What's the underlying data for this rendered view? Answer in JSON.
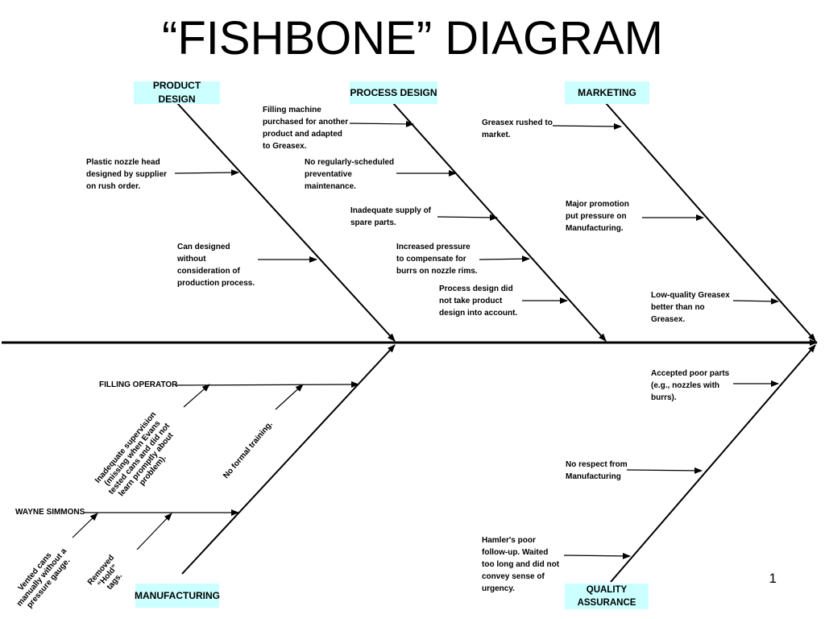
{
  "title": "“FISHBONE” DIAGRAM",
  "page_number": "1",
  "categories": {
    "product_design": "PRODUCT DESIGN",
    "process_design": "PROCESS DESIGN",
    "marketing": "MARKETING",
    "manufacturing": "MANUFACTURING",
    "quality_assurance": "QUALITY ASSURANCE"
  },
  "causes": {
    "product_design": [
      "Plastic nozzle head designed by supplier on rush order.",
      "Can designed without consideration of production process."
    ],
    "process_design": [
      "Filling machine purchased for another product and adapted to Greasex.",
      "No regularly-scheduled preventative maintenance.",
      "Inadequate supply of spare parts.",
      "Increased pressure to compensate for burrs on nozzle rims.",
      "Process design did not take product design into account."
    ],
    "marketing": [
      "Greasex rushed to market.",
      "Major promotion put pressure on Manufacturing.",
      "Low-quality Greasex better than no Greasex."
    ],
    "quality_assurance": [
      "Accepted poor parts (e.g., nozzles with burrs).",
      "No respect from Manufacturing",
      "Hamler's poor follow-up.  Waited too long and did not convey sense of urgency."
    ],
    "manufacturing": {
      "filling_operator": "FILLING OPERATOR",
      "wayne_simmons": "WAYNE SIMMONS",
      "filling_operator_causes": [
        "Inadequate supervision (missing when Evans tested cans and did not learn promptly about problem).",
        "No formal training."
      ],
      "wayne_simmons_causes": [
        "Vented cans manually without a pressure gauge.",
        "Removed “Hold” tags."
      ]
    }
  }
}
